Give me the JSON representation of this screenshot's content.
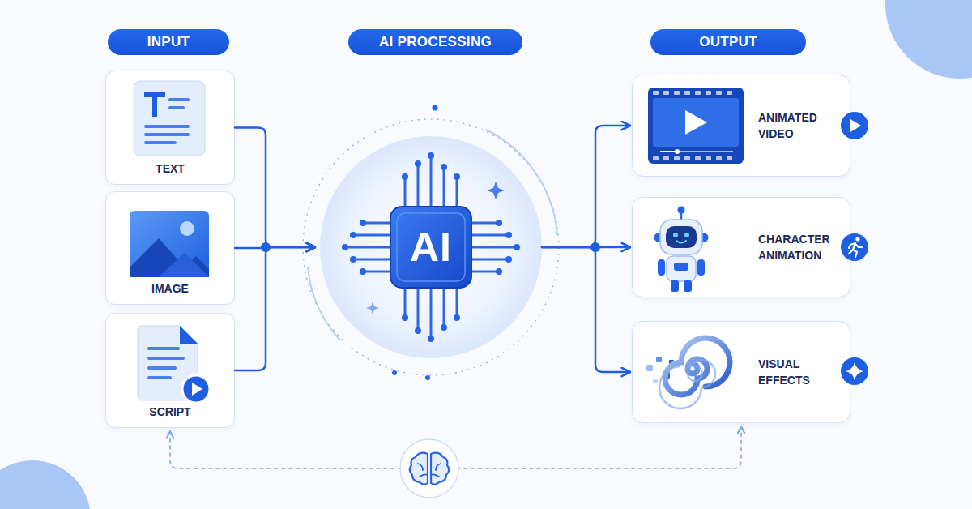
{
  "diagram": {
    "nodes": [
      {
        "text": [
          "INPUT"
        ]
      },
      {
        "text": [
          "AI PROCESSING"
        ]
      },
      {
        "text": [
          "OUTPUT"
        ]
      },
      {
        "text": [
          "TEXT"
        ]
      },
      {
        "text": [
          "IMAGE"
        ]
      },
      {
        "text": [
          "SCRIPT"
        ]
      },
      {
        "text": [
          "AI"
        ]
      },
      {
        "text": [
          "ANIMATED VIDEO"
        ]
      },
      {
        "text": [
          "CHARACTER ANIMATION"
        ]
      },
      {
        "text": [
          "VISUAL EFFECTS"
        ]
      }
    ],
    "edges": [
      {
        "from": 3,
        "to": 6,
        "arrow": "to"
      },
      {
        "from": 4,
        "to": 6,
        "arrow": "to"
      },
      {
        "from": 5,
        "to": 6,
        "arrow": "to"
      },
      {
        "from": 6,
        "to": 7,
        "arrow": "to"
      },
      {
        "from": 6,
        "to": 8,
        "arrow": "to"
      },
      {
        "from": 6,
        "to": 9,
        "arrow": "to"
      },
      {
        "from": 5,
        "to": 9,
        "arrow": "both"
      }
    ]
  }
}
